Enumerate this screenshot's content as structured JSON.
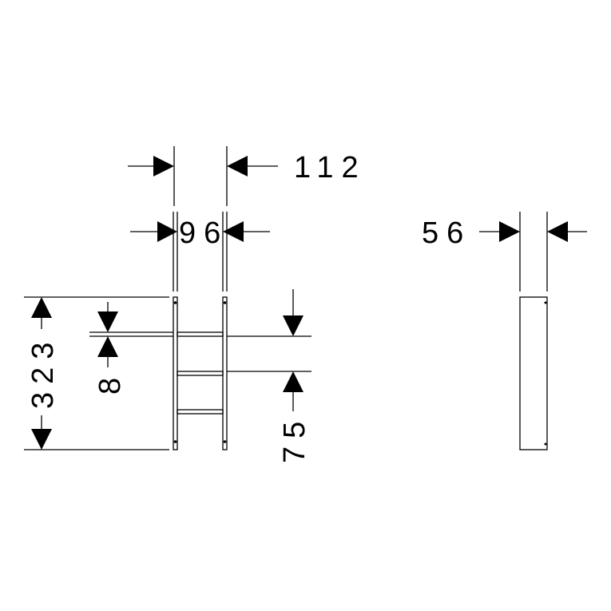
{
  "drawing": {
    "dimensions": {
      "outer_width": "112",
      "inner_width": "96",
      "depth": "56",
      "height": "323",
      "shelf_thickness": "8",
      "shelf_spacing": "75"
    },
    "line_color": "#000000",
    "background_color": "#ffffff"
  }
}
